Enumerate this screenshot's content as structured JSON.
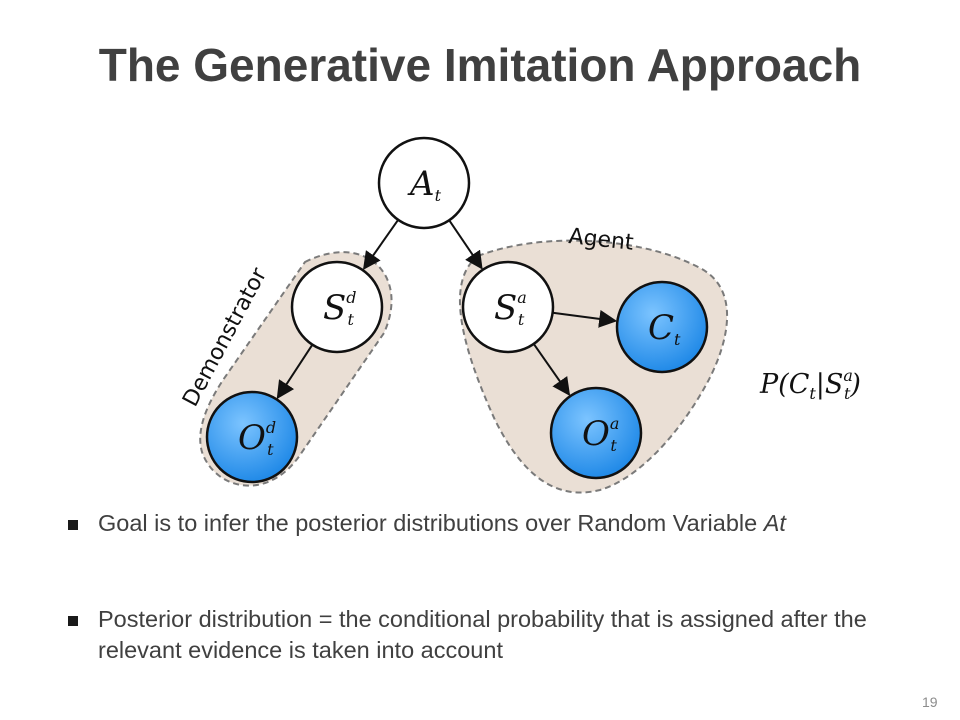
{
  "slide": {
    "title": "The Generative Imitation Approach",
    "page_number": "19"
  },
  "diagram": {
    "groups": {
      "demonstrator": "Demonstrator",
      "agent": "Agent"
    },
    "nodes": {
      "A": {
        "base": "A",
        "sub": "t",
        "sup": "",
        "observed": false
      },
      "Sd": {
        "base": "S",
        "sub": "t",
        "sup": "d",
        "observed": false
      },
      "Od": {
        "base": "O",
        "sub": "t",
        "sup": "d",
        "observed": true
      },
      "Sa": {
        "base": "S",
        "sub": "t",
        "sup": "a",
        "observed": false
      },
      "Ca": {
        "base": "C",
        "sub": "t",
        "sup": "",
        "observed": true
      },
      "Oa": {
        "base": "O",
        "sub": "t",
        "sup": "a",
        "observed": true
      }
    },
    "edges": [
      [
        "A",
        "Sd"
      ],
      [
        "A",
        "Sa"
      ],
      [
        "Sd",
        "Od"
      ],
      [
        "Sa",
        "Ca"
      ],
      [
        "Sa",
        "Oa"
      ]
    ],
    "formula": {
      "prefix": "P(C",
      "sub1": "t",
      "mid": "|S",
      "sup2": "a",
      "sub2": "t",
      "suffix": ")"
    },
    "colors": {
      "observed_node": "#2f97f0",
      "hidden_node": "#ffffff",
      "group_fill": "#eadfd5",
      "group_border": "#7a7a7a"
    }
  },
  "bullets": [
    {
      "text": "Goal is to infer the posterior distributions over Random Variable ",
      "emph": "At"
    },
    {
      "text": "Posterior distribution = the conditional probability that is assigned after the relevant evidence is taken into account",
      "emph": ""
    }
  ]
}
